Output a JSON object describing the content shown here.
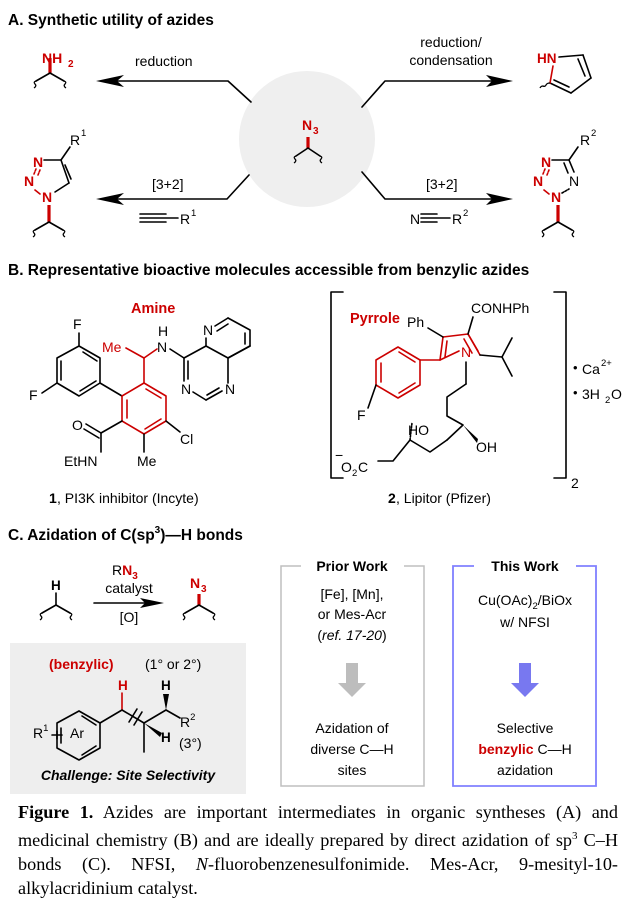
{
  "colors": {
    "highlight_red": "#cc0000",
    "prior_work_border": "#bfbfbf",
    "this_work_border": "#8080ff",
    "this_work_arrow": "#7878f0",
    "prior_work_arrow": "#bdbdbd",
    "panel_gray": "#eeeeee"
  },
  "panel_a": {
    "title": "A. Synthetic utility of azides",
    "center": {
      "label": "N",
      "sub": "3"
    },
    "reactions": [
      {
        "id": "amine",
        "direction": "left",
        "label": "reduction",
        "product": {
          "label": "NH",
          "sub": "2"
        }
      },
      {
        "id": "pyrrole",
        "direction": "right",
        "label_line1": "reduction/",
        "label_line2": "condensation",
        "product": {
          "label": "HN"
        }
      },
      {
        "id": "triazole",
        "direction": "left",
        "label": "[3+2]",
        "reagent": {
          "prefix": "",
          "r": "R",
          "sup": "1"
        },
        "product": {
          "r": "R",
          "sup": "1",
          "atoms": [
            "N",
            "N",
            "N"
          ]
        }
      },
      {
        "id": "tetrazole",
        "direction": "right",
        "label": "[3+2]",
        "reagent": {
          "prefix": "N",
          "r": "R",
          "sup": "2"
        },
        "product": {
          "r": "R",
          "sup": "2",
          "atoms": [
            "N",
            "N",
            "N",
            "N"
          ]
        }
      }
    ]
  },
  "panel_b": {
    "title": "B. Representative bioactive molecules accessible from benzylic azides",
    "molecule_1": {
      "highlight": "Amine",
      "atoms": {
        "f1": "F",
        "f2": "F",
        "me_red": "Me",
        "nh_h": "H",
        "nh_n": "N",
        "n_pyr": "N",
        "n_a": "N",
        "n_b": "N",
        "o": "O",
        "ethn": "EtHN",
        "me": "Me",
        "cl": "Cl"
      },
      "caption_num": "1",
      "caption_text": ", PI3K inhibitor (Incyte)"
    },
    "molecule_2": {
      "highlight": "Pyrrole",
      "atoms": {
        "ph": "Ph",
        "conhph": "CONHPh",
        "n": "N",
        "f": "F",
        "ho": "HO",
        "oh": "OH",
        "o2c_minus": "−",
        "o2c_o": "O",
        "o2c_2": "2",
        "o2c_c": "C"
      },
      "salt_1": {
        "dot": "•",
        "text": "Ca",
        "sup": "2+"
      },
      "salt_2": {
        "dot": "•",
        "text1": "3H",
        "sub": "2",
        "text2": "O"
      },
      "multiplier": "2",
      "caption_num": "2",
      "caption_text": ", Lipitor (Pfizer)"
    }
  },
  "panel_c": {
    "title_pre": "C. Azidation of C(sp",
    "title_sup": "3",
    "title_post": ")",
    "title_bond": "—",
    "title_end": "H bonds",
    "reaction": {
      "substrate_h": "H",
      "reagent_r": "R",
      "reagent_n": "N",
      "reagent_sub": "3",
      "catalyst": "catalyst",
      "oxidant": "[O]",
      "product": {
        "label": "N",
        "sub": "3"
      }
    },
    "challenge_box": {
      "benzylic": "(benzylic)",
      "primary_secondary": "(1° or 2°)",
      "tertiary": "(3°)",
      "h_benzylic": "H",
      "h_other": "H",
      "h_tertiary": "H",
      "r1": "R",
      "r1_sup": "1",
      "ar": "Ar",
      "r2": "R",
      "r2_sup": "2",
      "footer": "Challenge: Site Selectivity"
    },
    "prior_work": {
      "title": "Prior Work",
      "line1": "[Fe], [Mn],",
      "line2": "or Mes-Acr",
      "line3_open": "(",
      "line3_ref": "ref. 17-20",
      "line3_close": ")",
      "result1": "Azidation of",
      "result2": "diverse C—H",
      "result3": "sites"
    },
    "this_work": {
      "title": "This Work",
      "line1_pre": "Cu(OAc)",
      "line1_sub": "2",
      "line1_post": "/BiOx",
      "line2": "w/ NFSI",
      "result1": "Selective",
      "result2_red": "benzylic",
      "result2_rest": " C—H",
      "result3": "azidation"
    }
  },
  "caption": {
    "label": "Figure 1.",
    "part1": " Azides are important intermediates in organic syntheses (A) and medicinal chemistry (B) and are ideally prepared by direct azidation of sp",
    "sup": "3",
    "part2": " C–H bonds (C). NFSI, ",
    "italic_n": "N",
    "part3": "-fluorobenzenesulfonimide. Mes-Acr, 9-mesityl-10-alkylacridinium catalyst."
  }
}
